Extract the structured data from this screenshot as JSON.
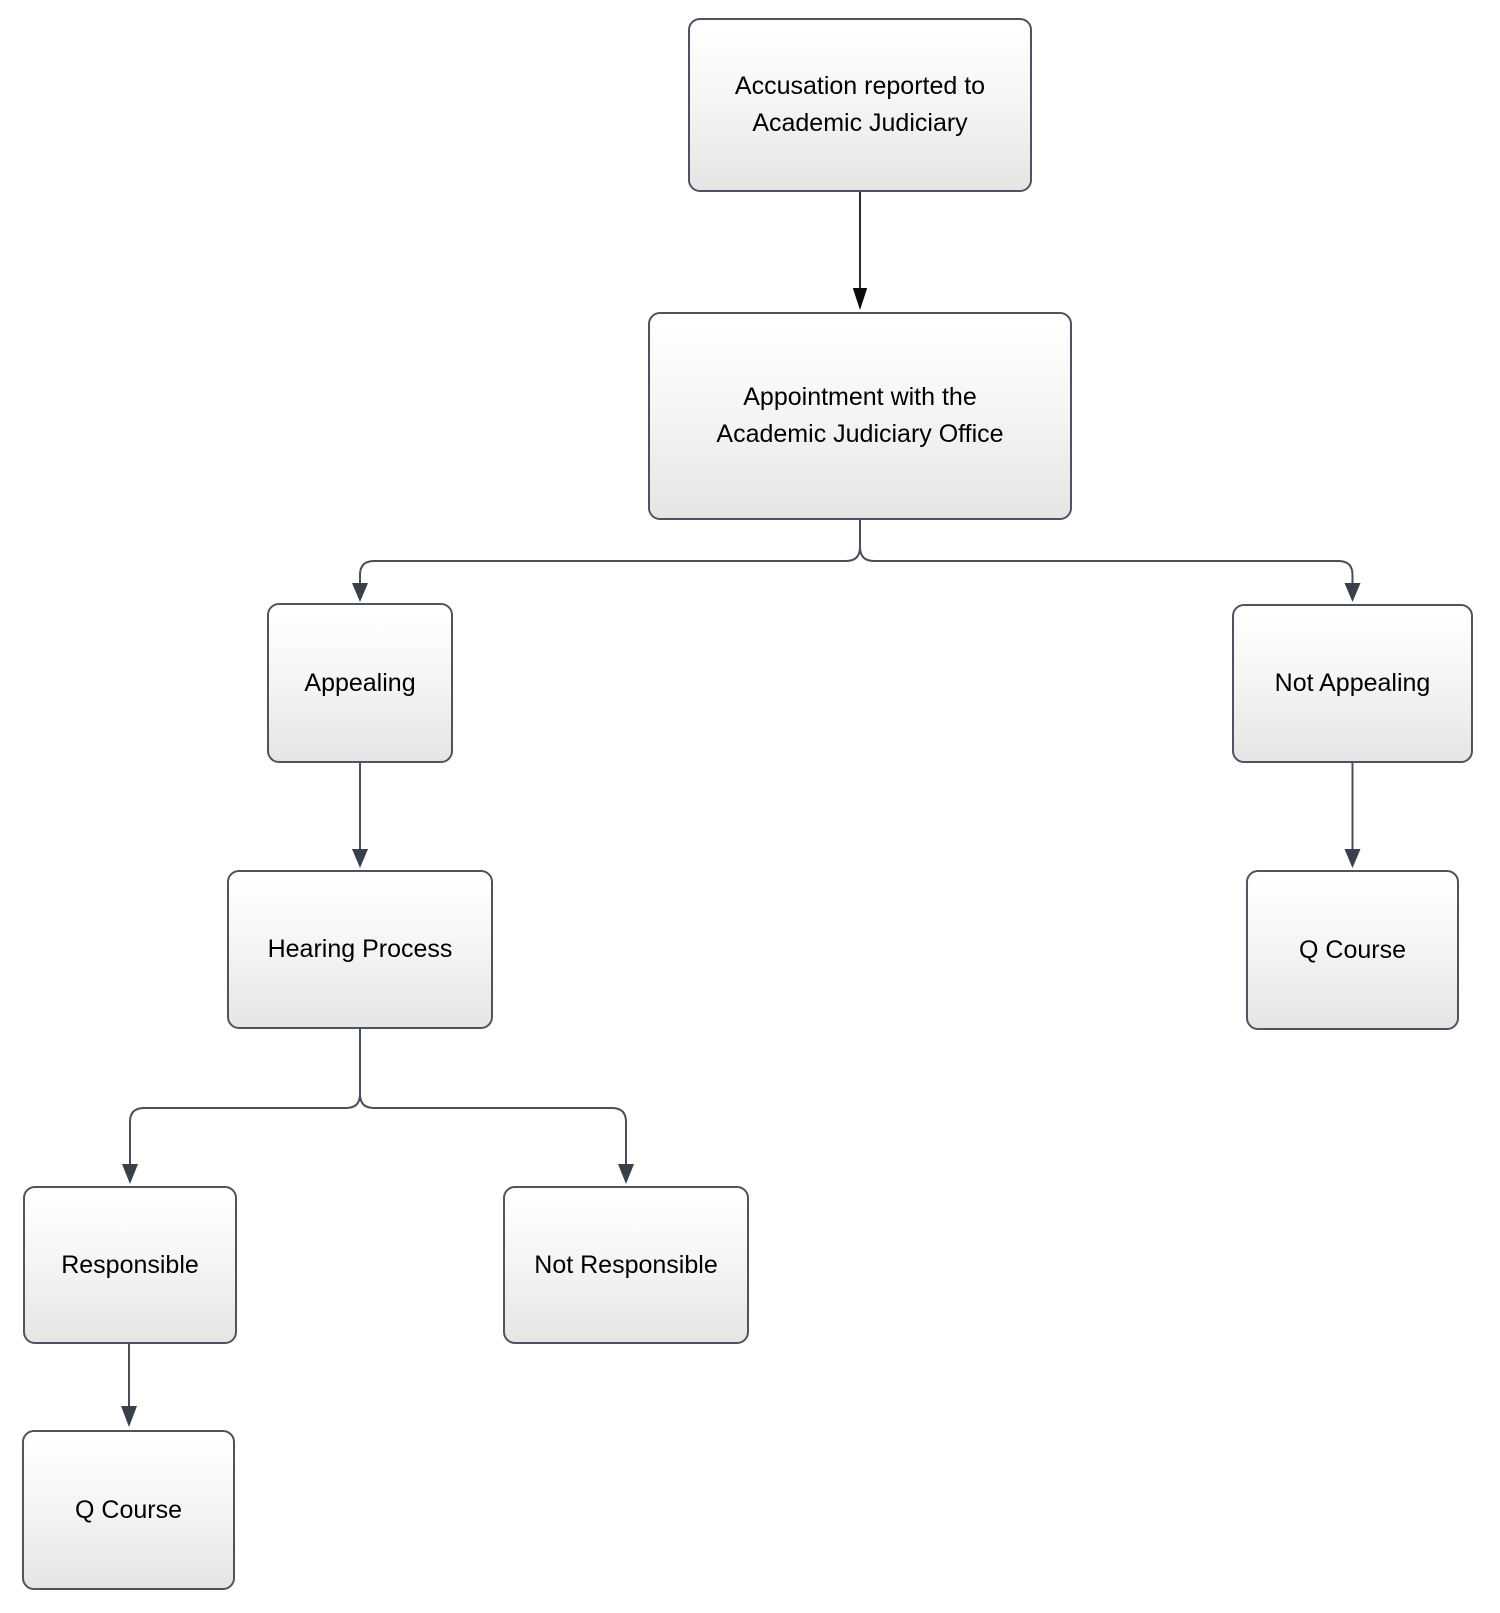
{
  "diagram": {
    "type": "flowchart",
    "background_color": "#ffffff",
    "node_border_color": "#4c5461",
    "node_fill_top": "#ffffff",
    "node_fill_bottom": "#e5e5e5",
    "node_text_color": "#000000",
    "connector_color": "#49505c",
    "connector_arrowhead_color": "#394049",
    "first_connector_color": "#17181c",
    "nodes": [
      {
        "id": "accusation",
        "label": "Accusation reported to\nAcademic Judiciary"
      },
      {
        "id": "appointment",
        "label": "Appointment with the\nAcademic Judiciary Office"
      },
      {
        "id": "appealing",
        "label": "Appealing"
      },
      {
        "id": "not-appealing",
        "label": "Not Appealing"
      },
      {
        "id": "hearing-process",
        "label": "Hearing Process"
      },
      {
        "id": "q-course-right",
        "label": "Q Course"
      },
      {
        "id": "responsible",
        "label": "Responsible"
      },
      {
        "id": "not-responsible",
        "label": "Not Responsible"
      },
      {
        "id": "q-course-bottom",
        "label": "Q Course"
      }
    ],
    "edges": [
      {
        "from": "accusation",
        "to": "appointment"
      },
      {
        "from": "appointment",
        "to": "appealing"
      },
      {
        "from": "appointment",
        "to": "not-appealing"
      },
      {
        "from": "appealing",
        "to": "hearing-process"
      },
      {
        "from": "not-appealing",
        "to": "q-course-right"
      },
      {
        "from": "hearing-process",
        "to": "responsible"
      },
      {
        "from": "hearing-process",
        "to": "not-responsible"
      },
      {
        "from": "responsible",
        "to": "q-course-bottom"
      }
    ]
  }
}
